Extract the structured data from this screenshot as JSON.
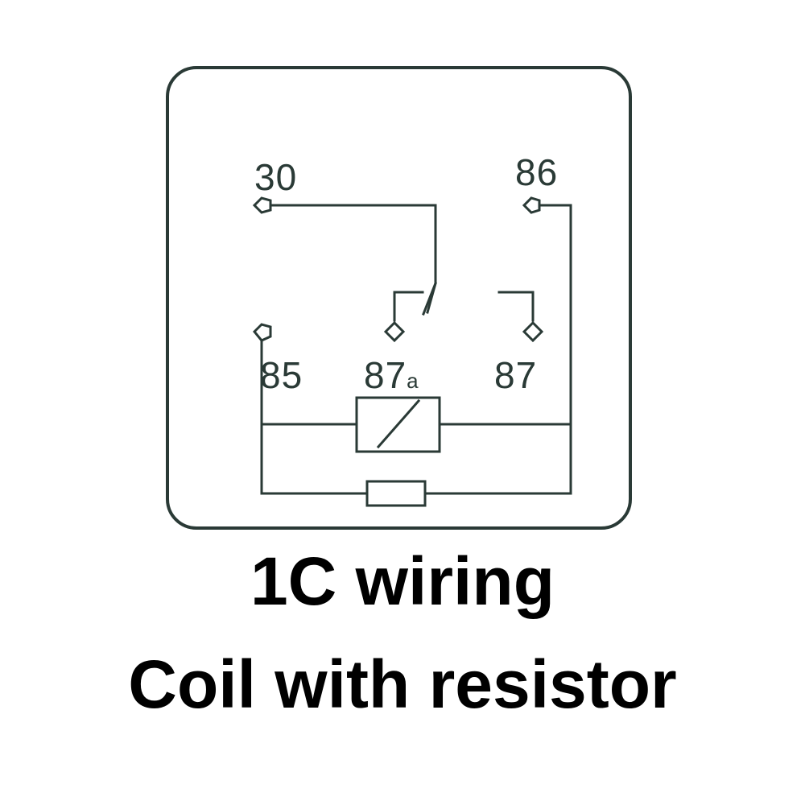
{
  "diagram": {
    "pins": {
      "pin_30": "30",
      "pin_86": "86",
      "pin_85": "85",
      "pin_87a_main": "87",
      "pin_87a_sub": "a",
      "pin_87": "87"
    },
    "line_color": "#2a3a36"
  },
  "caption": {
    "line1": "1C wiring",
    "line2": "Coil with resistor"
  }
}
